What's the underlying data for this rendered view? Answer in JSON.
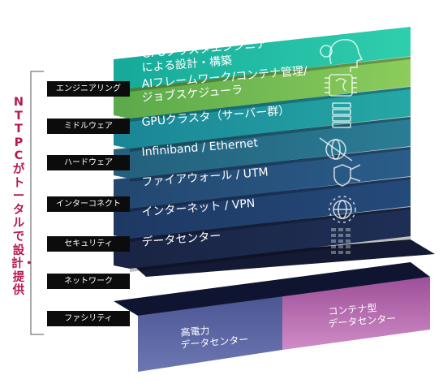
{
  "side_label": "NTTPCがトータルで設計・提供",
  "layers": [
    {
      "id": "engineering",
      "tag": "エンジニアリング",
      "text_lines": [
        "GPUクラスタエンジニア",
        "による設計・構築"
      ],
      "color_top": "#2fcfad",
      "color_bottom": "#16a99a",
      "icon": "ai-head-icon"
    },
    {
      "id": "middleware",
      "tag": "ミドルウェア",
      "text_lines": [
        "AIフレームワーク/コンテナ管理/",
        "ジョブスケジューラ"
      ],
      "color_top": "#8ccc5c",
      "color_bottom": "#5aa94a",
      "icon": "brain-chip-icon"
    },
    {
      "id": "hardware",
      "tag": "ハードウェア",
      "text_lines": [
        "GPUクラスタ（サーバー群）"
      ],
      "color_top": "#25a8a5",
      "color_bottom": "#1a8596",
      "icon": "server-icon"
    },
    {
      "id": "interconnect",
      "tag": "インターコネクト",
      "text_lines": [
        "Infiniband / Ethernet"
      ],
      "color_top": "#2a7d94",
      "color_bottom": "#245f7c",
      "icon": "network-globe-icon"
    },
    {
      "id": "security",
      "tag": "セキュリティ",
      "text_lines": [
        "ファイアウォール / UTM"
      ],
      "color_top": "#2a5d8a",
      "color_bottom": "#23476f",
      "icon": "shield-icon"
    },
    {
      "id": "network",
      "tag": "ネットワーク",
      "text_lines": [
        "インターネット / VPN"
      ],
      "color_top": "#244a7a",
      "color_bottom": "#1e3863",
      "icon": "globe-icon"
    },
    {
      "id": "facility",
      "tag": "ファシリティ",
      "text_lines": [
        "データセンター"
      ],
      "color_top": "#1e2f55",
      "color_bottom": "#1a2444",
      "icon": "building-icon"
    }
  ],
  "facility_base": {
    "left_lines": [
      "高電力",
      "データセンター"
    ],
    "right_lines": [
      "コンテナ型",
      "データセンター"
    ],
    "left_color": "#414d8a",
    "right_color": "#a75aa1"
  }
}
